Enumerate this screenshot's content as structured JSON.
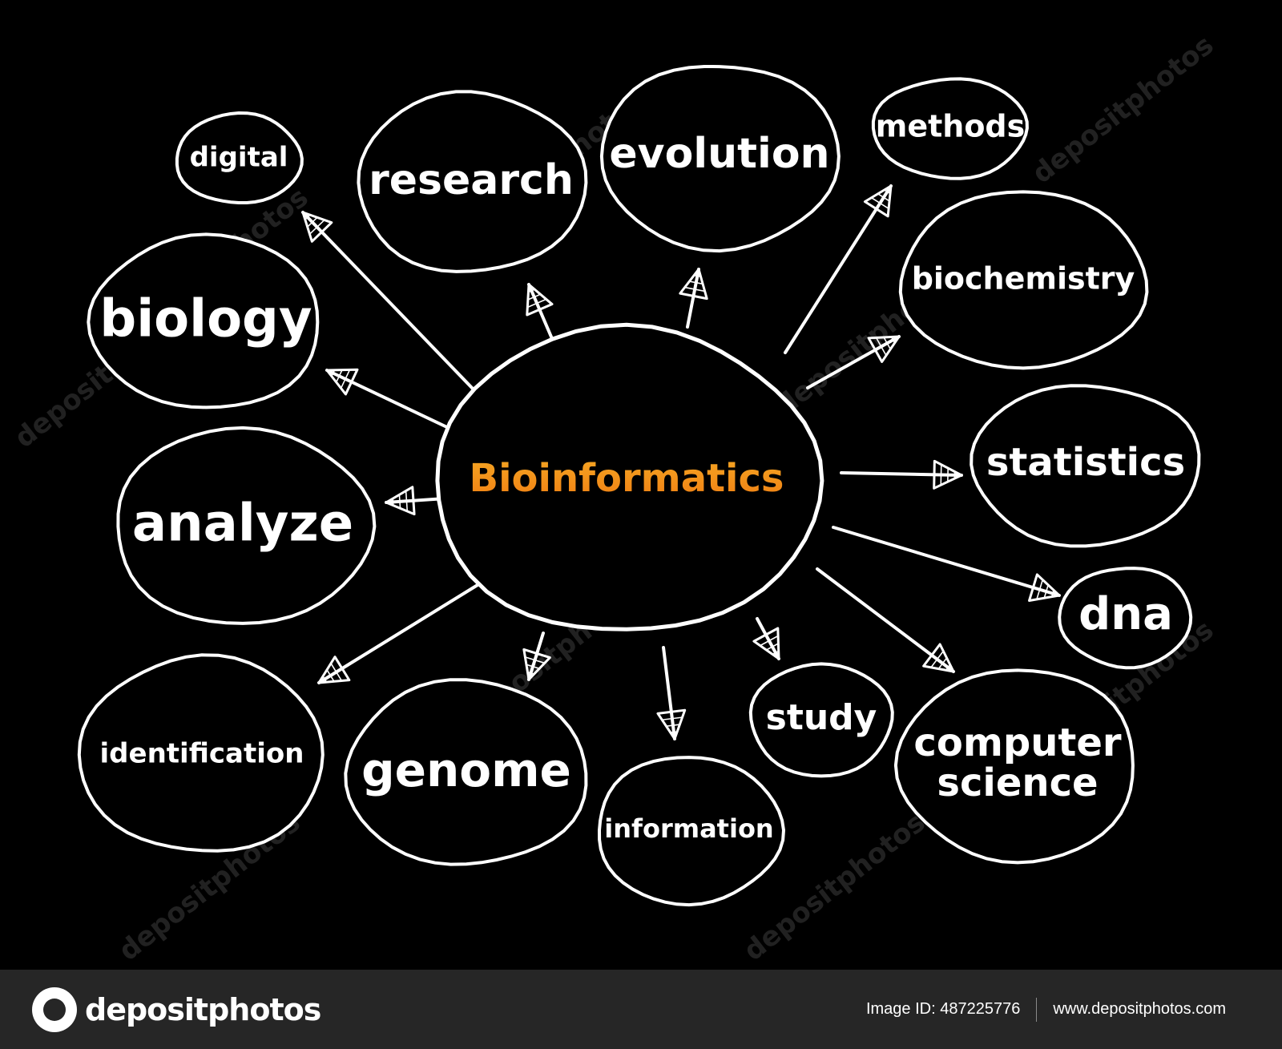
{
  "diagram": {
    "center": {
      "label": "Bioinformatics",
      "color_top": "#f5a623",
      "color_bottom": "#f07f13"
    },
    "nodes": [
      {
        "id": "digital",
        "label": "digital"
      },
      {
        "id": "research",
        "label": "research"
      },
      {
        "id": "evolution",
        "label": "evolution"
      },
      {
        "id": "methods",
        "label": "methods"
      },
      {
        "id": "biology",
        "label": "biology"
      },
      {
        "id": "biochemistry",
        "label": "biochemistry"
      },
      {
        "id": "analyze",
        "label": "analyze"
      },
      {
        "id": "statistics",
        "label": "statistics"
      },
      {
        "id": "dna",
        "label": "dna"
      },
      {
        "id": "identification",
        "label": "identification"
      },
      {
        "id": "genome",
        "label": "genome"
      },
      {
        "id": "information",
        "label": "information"
      },
      {
        "id": "study",
        "label": "study"
      },
      {
        "id": "computer-science",
        "label": "computer science"
      }
    ],
    "line_color": "#ffffff",
    "background": "#000000"
  },
  "watermark": {
    "text": "depositphotos"
  },
  "footer": {
    "brand": "depositphotos",
    "image_id": "Image ID: 487225776",
    "url": "www.depositphotos.com"
  }
}
